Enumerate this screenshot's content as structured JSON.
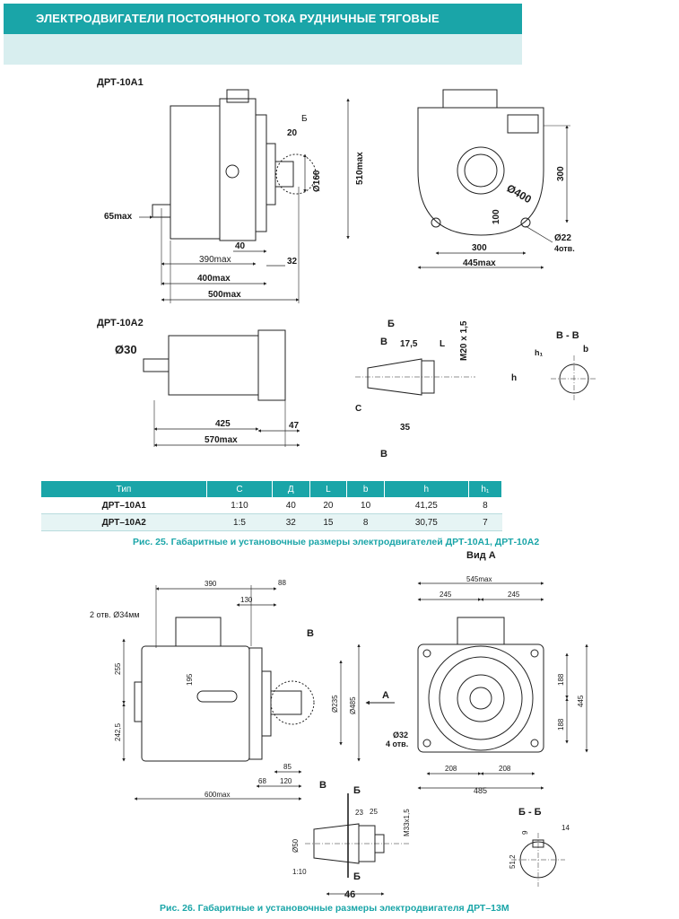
{
  "header": {
    "title": "ЭЛЕКТРОДВИГАТЕЛИ ПОСТОЯННОГО ТОКА РУДНИЧНЫЕ ТЯГОВЫЕ"
  },
  "figure25": {
    "model_a": "ДРТ-10А1",
    "model_b": "ДРТ-10А2",
    "dims": {
      "d20": "20",
      "b": "Б",
      "d160": "Ø160",
      "d510": "510max",
      "d65": "65max",
      "d40": "40",
      "d390": "390max",
      "d32": "32",
      "d400": "400max",
      "d500": "500max",
      "d300v": "300",
      "d400r": "Ø400",
      "d100": "100",
      "d22": "Ø22",
      "holes4": "4отв.",
      "d300h": "300",
      "d445": "445max",
      "d30": "Ø30",
      "d425": "425",
      "d47": "47",
      "d570": "570max",
      "sec_b": "Б",
      "sec_v": "В",
      "d175": "17,5",
      "l": "L",
      "m20": "M20 x 1,5",
      "c": "С",
      "d35": "35",
      "v_bottom": "В",
      "vv": "В - В",
      "h1": "h₁",
      "bb": "b",
      "h": "h"
    },
    "table": {
      "headers": [
        "Тип",
        "С",
        "Д",
        "L",
        "b",
        "h",
        "h₁"
      ],
      "rows": [
        [
          "ДРТ–10А1",
          "1:10",
          "40",
          "20",
          "10",
          "41,25",
          "8"
        ],
        [
          "ДРТ–10А2",
          "1:5",
          "32",
          "15",
          "8",
          "30,75",
          "7"
        ]
      ]
    },
    "caption": "Рис. 25. Габаритные и установочные размеры электродвигателей ДРТ-10А1, ДРТ-10А2"
  },
  "figure26": {
    "view_a": "Вид А",
    "dims": {
      "d390": "390",
      "d88": "88",
      "d130": "130",
      "holes2": "2 отв. Ø34мм",
      "v": "В",
      "d255": "255",
      "d195": "195",
      "d242": "242,5",
      "d235": "Ø235",
      "d485v": "Ø485",
      "arrow_a": "А",
      "d68": "68",
      "d85": "85",
      "d120": "120",
      "d600": "600max",
      "d545": "545max",
      "d245l": "245",
      "d245r": "245",
      "d188t": "188",
      "d188b": "188",
      "d445": "445",
      "d32": "Ø32",
      "holes4": "4 отв.",
      "d208l": "208",
      "d208r": "208",
      "d485h": "485",
      "sec_v": "В",
      "sec_b_top": "Б",
      "d23": "23",
      "d25": "25",
      "m33": "M33x1,5",
      "d50": "Ø50",
      "taper": "1:10",
      "sec_b_bot": "Б",
      "d46": "46",
      "bb": "Б - Б",
      "d9": "9",
      "d14": "14",
      "d512": "51,2"
    },
    "caption": "Рис. 26. Габаритные и установочные размеры электродвигателя ДРТ–13М"
  }
}
